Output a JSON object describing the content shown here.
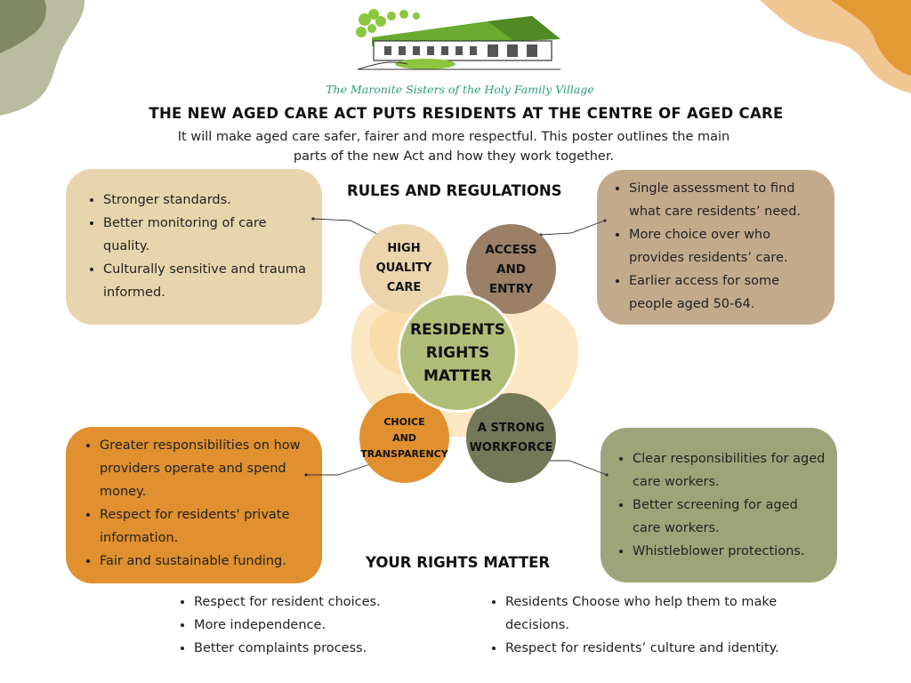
{
  "header": {
    "tagline": "The Maronite Sisters of the Holy Family Village",
    "title": "THE NEW AGED CARE ACT PUTS RESIDENTS AT THE CENTRE OF AGED CARE",
    "intro": "It will make aged care safer, fairer and more respectful. This poster outlines the main parts of the new Act and how they work together."
  },
  "headings": {
    "rules": "RULES AND REGULATIONS",
    "rights": "YOUR RIGHTS MATTER"
  },
  "circles": {
    "center": [
      "RESIDENTS",
      "RIGHTS",
      "MATTER"
    ],
    "quality": [
      "HIGH",
      "QUALITY",
      "CARE"
    ],
    "access": [
      "ACCESS",
      "AND",
      "ENTRY"
    ],
    "choice": [
      "CHOICE",
      "AND",
      "TRANSPARENCY"
    ],
    "workforce": [
      "A STRONG",
      "WORKFORCE"
    ]
  },
  "boxes": {
    "quality": [
      "Stronger standards.",
      "Better monitoring of care quality.",
      "Culturally sensitive and trauma informed."
    ],
    "access": [
      "Single assessment to find what care residents’ need.",
      "More choice over who provides residents’ care.",
      "Earlier access for some people aged 50-64."
    ],
    "choice": [
      "Greater responsibilities on how providers operate and spend money.",
      "Respect for residents' private information.",
      "Fair and sustainable funding."
    ],
    "workforce": [
      "Clear responsibilities for aged care workers.",
      "Better screening for aged care workers.",
      "Whistleblower protections."
    ]
  },
  "rights": {
    "left": [
      "Respect for resident choices.",
      "More independence.",
      "Better complaints process."
    ],
    "right": [
      "Residents Choose who help them to make decisions.",
      "Respect for residents’ culture and identity."
    ]
  },
  "colors": {
    "quality_box": "#e8d5ad",
    "access_box": "#c4aa8d",
    "choice_box": "#e0902f",
    "workforce_box": "#9ea47a",
    "center_circle": "#b0bd78",
    "access_circle": "#9c7f67",
    "workforce_circle": "#737859",
    "accent_green": "#2a9d7a"
  },
  "icons": {
    "logo": "village-building-logo"
  }
}
